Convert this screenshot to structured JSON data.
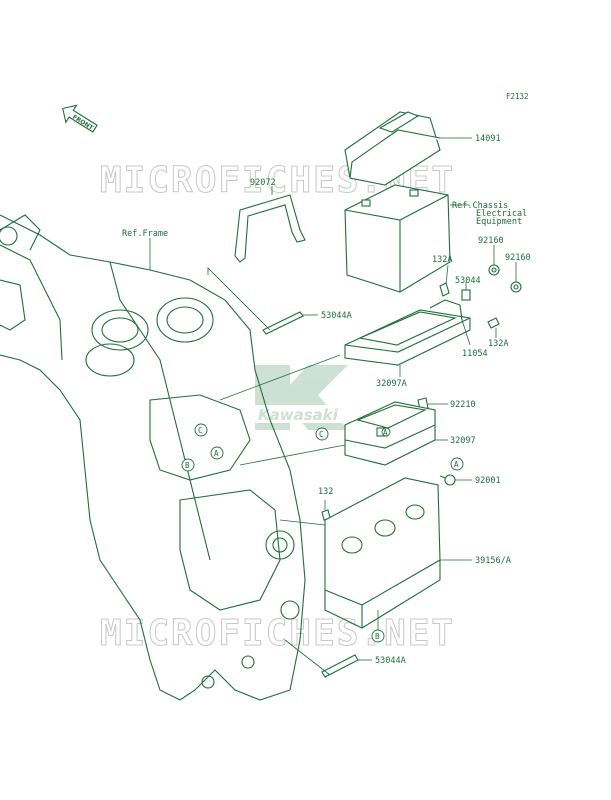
{
  "diagram_code": "F2132",
  "direction_label": "FRONT",
  "watermark_text": "MICROFICHES.NET",
  "logo_text": "Kawasaki",
  "references": {
    "frame": "Ref.Frame",
    "chassis_line1": "Ref.Chassis",
    "chassis_line2": "Electrical",
    "chassis_line3": "Equipment"
  },
  "callouts": [
    {
      "id": "c14091",
      "label": "14091"
    },
    {
      "id": "c92072",
      "label": "92072"
    },
    {
      "id": "c92160a",
      "label": "92160"
    },
    {
      "id": "c92160b",
      "label": "92160"
    },
    {
      "id": "c132a1",
      "label": "132A"
    },
    {
      "id": "c53044",
      "label": "53044"
    },
    {
      "id": "c53044a1",
      "label": "53044A"
    },
    {
      "id": "c132a2",
      "label": "132A"
    },
    {
      "id": "c11054",
      "label": "11054"
    },
    {
      "id": "c32097a",
      "label": "32097A"
    },
    {
      "id": "c92210",
      "label": "92210"
    },
    {
      "id": "c32097",
      "label": "32097"
    },
    {
      "id": "c92001",
      "label": "92001"
    },
    {
      "id": "c132",
      "label": "132"
    },
    {
      "id": "c39156",
      "label": "39156/A"
    },
    {
      "id": "c53044a2",
      "label": "53044A"
    }
  ],
  "circle_refs": [
    "A",
    "B",
    "C",
    "A",
    "C",
    "B",
    "A"
  ]
}
